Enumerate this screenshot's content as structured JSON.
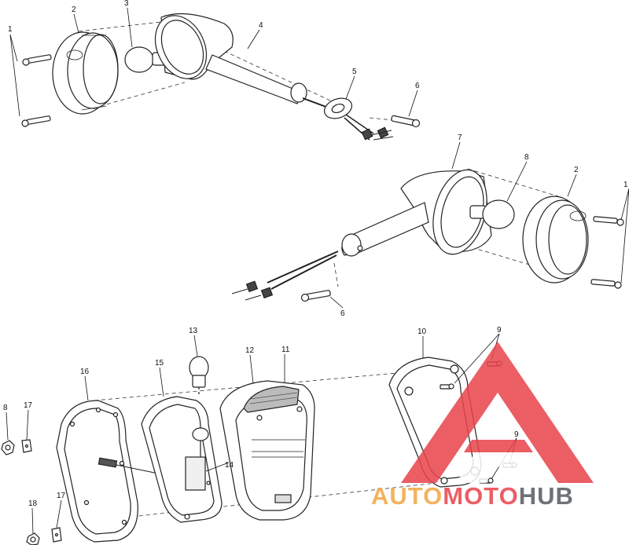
{
  "diagram": {
    "callouts": [
      "1",
      "2",
      "3",
      "4",
      "5",
      "6",
      "7",
      "8",
      "2",
      "1",
      "6",
      "13",
      "12",
      "11",
      "10",
      "9",
      "16",
      "15",
      "8",
      "17",
      "14",
      "9",
      "18",
      "17"
    ]
  },
  "watermark": {
    "part1": "AUTO",
    "part2": "MOTO",
    "part3": "HUB",
    "colors": {
      "auto": "#f0a642",
      "moto": "#e8434a",
      "hub": "#555a60",
      "logo": "#e8434a"
    }
  }
}
